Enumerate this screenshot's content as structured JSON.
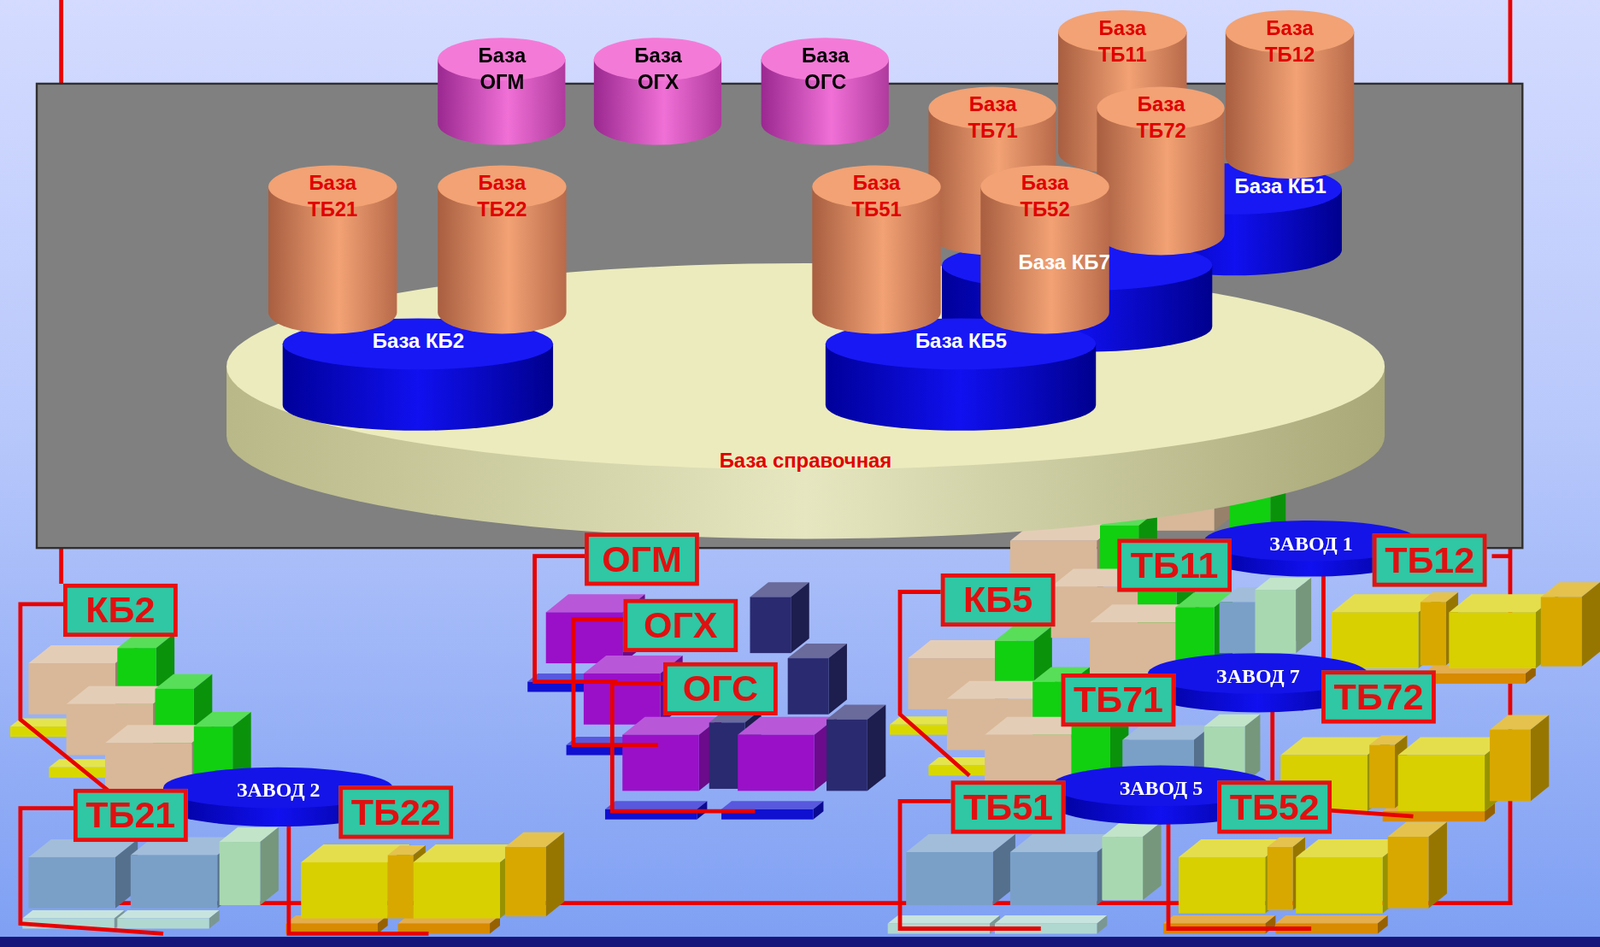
{
  "diagram": {
    "nodes": [
      {
        "text": [
          "База ОГМ"
        ]
      },
      {
        "text": [
          "База ОГХ"
        ]
      },
      {
        "text": [
          "База ОГС"
        ]
      },
      {
        "text": [
          "База ТБ11"
        ]
      },
      {
        "text": [
          "База ТБ12"
        ]
      },
      {
        "text": [
          "База ТБ71"
        ]
      },
      {
        "text": [
          "База ТБ72"
        ]
      },
      {
        "text": [
          "База КБ1"
        ]
      },
      {
        "text": [
          "База КБ7"
        ]
      },
      {
        "text": [
          "База ТБ21"
        ]
      },
      {
        "text": [
          "База ТБ22"
        ]
      },
      {
        "text": [
          "База ТБ51"
        ]
      },
      {
        "text": [
          "База ТБ52"
        ]
      },
      {
        "text": [
          "База КБ2"
        ]
      },
      {
        "text": [
          "База КБ5"
        ]
      },
      {
        "text": [
          "База справочная"
        ]
      },
      {
        "text": [
          "ЗАВОД 1"
        ]
      },
      {
        "text": [
          "ТБ11"
        ]
      },
      {
        "text": [
          "ТБ12"
        ]
      },
      {
        "text": [
          "ОГМ"
        ]
      },
      {
        "text": [
          "ОГХ"
        ]
      },
      {
        "text": [
          "ОГС"
        ]
      },
      {
        "text": [
          "КБ2"
        ]
      },
      {
        "text": [
          "КБ5"
        ]
      },
      {
        "text": [
          "ЗАВОД 7"
        ]
      },
      {
        "text": [
          "ТБ71"
        ]
      },
      {
        "text": [
          "ТБ72"
        ]
      },
      {
        "text": [
          "ЗАВОД 2"
        ]
      },
      {
        "text": [
          "ЗАВОД 5"
        ]
      },
      {
        "text": [
          "ТБ21"
        ]
      },
      {
        "text": [
          "ТБ22"
        ]
      },
      {
        "text": [
          "ТБ51"
        ]
      },
      {
        "text": [
          "ТБ52"
        ]
      }
    ]
  }
}
